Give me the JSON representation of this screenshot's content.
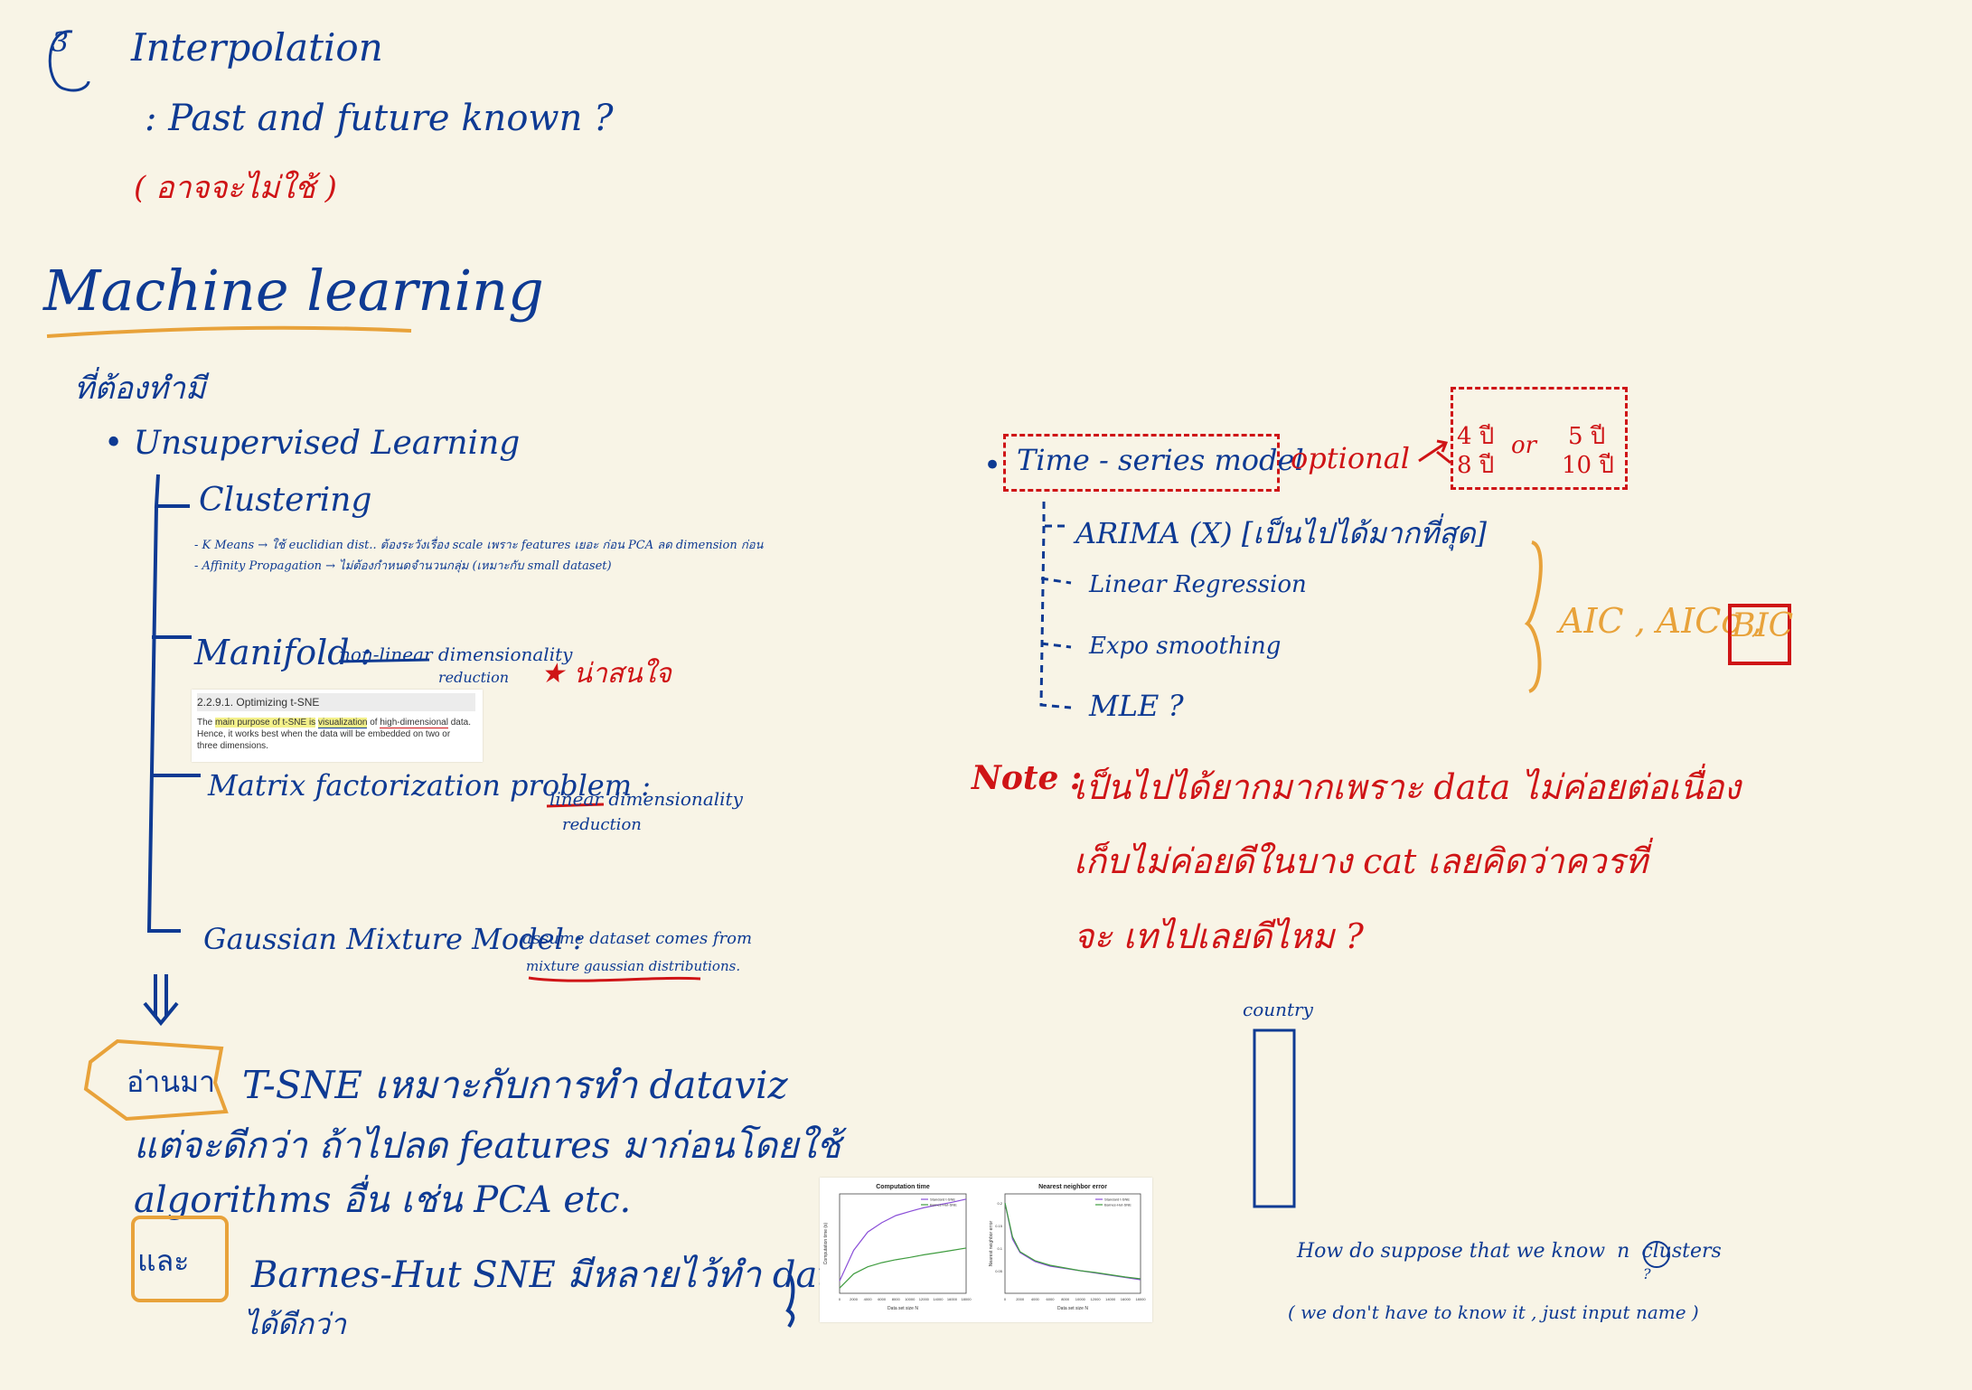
{
  "notes": {
    "interpolation": {
      "number": "3",
      "title": "Interpolation",
      "line1": ": Past and future known ?",
      "line2": "( อาจจะไม่ใช้ )"
    },
    "ml": {
      "title": "Machine learning",
      "subtitle": "ที่ต้องทำมี",
      "unsupervised": "• Unsupervised Learning",
      "clustering": "Clustering",
      "clustering_note1": "- K Means → ใช้ euclidian dist.. ต้องระวังเรื่อง scale เพราะ features เยอะ ก่อน PCA ลด dimension ก่อน",
      "clustering_note2": "- Affinity Propagation → ไม่ต้องกำหนดจำนวนกลุ่ม (เหมาะกับ small dataset)",
      "manifold": "Manifold :",
      "manifold_desc1": "non-linear dimensionality",
      "manifold_desc2": "reduction",
      "manifold_star": "★ น่าสนใจ",
      "matrix": "Matrix factorization problem :",
      "matrix_desc1": "linear dimensionality",
      "matrix_desc2": "reduction",
      "gaussian": "Gaussian Mixture Model :",
      "gaussian_desc1": "assume dataset comes from",
      "gaussian_desc2": "mixture gaussian distributions.",
      "arrow": "⇓",
      "read_label": "อ่านมา",
      "tsne_line1": "T-SNE เหมาะกับการทำ dataviz",
      "tsne_line2": "แต่จะดีกว่า ถ้าไปลด features มาก่อนโดยใช้",
      "tsne_line3": "algorithms อื่น เช่น PCA etc.",
      "and_label": "และ",
      "bh_line1": "Barnes-Hut SNE มีหลายไว้ทำ dataviz",
      "bh_line2": "ได้ดีกว่า"
    },
    "tsne_excerpt": {
      "heading": "2.2.9.1. Optimizing t-SNE",
      "text1": "The ",
      "hl1": "main purpose of t-SNE is",
      "text2": " ",
      "hl2": "visualization",
      "text3": " of ",
      "hl3": "high-dimensional",
      "text4": " data.",
      "text5": "Hence, it works best when the data will be embedded on two or",
      "text6": "three dimensions."
    },
    "timeseries": {
      "bullet": "•",
      "title": "Time - series model",
      "optional": "optional",
      "opt_a1": "4 ปี",
      "opt_a2": "8 ปี",
      "opt_or": "or",
      "opt_b1": "5 ปี",
      "opt_b2": "10 ปี",
      "arima": "ARIMA (X) [เป็นไปได้มากที่สุด]",
      "linear": "Linear Regression",
      "expo": "Expo smoothing",
      "mle": "MLE ?",
      "aic": "AIC , AICc ,",
      "bic": "BIC",
      "note_label": "Note :",
      "note1": "เป็นไปได้ยากมากเพราะ data ไม่ค่อยต่อเนื่อง",
      "note2": "เก็บไม่ค่อยดีในบาง cat เลยคิดว่าควรที่",
      "note3": "จะ เทไปเลยดีไหม ?"
    },
    "country": {
      "label": "country",
      "q1_pre": "How do suppose that we know",
      "q1_n": "n",
      "q1_post": "clusters",
      "q1_mark": "?",
      "q2": "( we don't have to know it , just input name )"
    }
  },
  "chart_data": [
    {
      "type": "line",
      "title": "Computation time",
      "xlabel": "Data set size N",
      "ylabel": "Computation time (s)",
      "log_y": true,
      "x": [
        0,
        2000,
        4000,
        6000,
        8000,
        10000,
        12000,
        14000,
        16000,
        18000
      ],
      "xticks": [
        "0",
        "2000",
        "4000",
        "6000",
        "8000",
        "10000",
        "12000",
        "14000",
        "16000",
        "18000"
      ],
      "series": [
        {
          "name": "Standard t-SNE",
          "color": "#8a4fd8",
          "values": [
            1,
            20,
            120,
            300,
            600,
            900,
            1300,
            1700,
            2200,
            3000
          ]
        },
        {
          "name": "Barnes-Hut-SNE",
          "color": "#3f9c3f",
          "values": [
            0.5,
            2,
            4,
            6,
            8,
            10,
            13,
            16,
            20,
            25
          ]
        }
      ],
      "legend": "top-right"
    },
    {
      "type": "line",
      "title": "Nearest neighbor error",
      "xlabel": "Data set size N",
      "ylabel": "Nearest neighbor error",
      "x": [
        0,
        1000,
        2000,
        4000,
        6000,
        8000,
        10000,
        12000,
        14000,
        16000,
        18000
      ],
      "xticks": [
        "0",
        "2000",
        "4000",
        "6000",
        "8000",
        "10000",
        "12000",
        "14000",
        "16000",
        "18000"
      ],
      "yticks": [
        "0.05",
        "0.1",
        "0.15",
        "0.2"
      ],
      "ylim": [
        0,
        0.22
      ],
      "series": [
        {
          "name": "Standard t-SNE",
          "color": "#8a4fd8",
          "values": [
            0.2,
            0.12,
            0.09,
            0.07,
            0.06,
            0.055,
            0.05,
            0.045,
            0.04,
            0.035,
            0.03
          ]
        },
        {
          "name": "Barnes-Hut-SNE",
          "color": "#3f9c3f",
          "values": [
            0.2,
            0.125,
            0.092,
            0.072,
            0.062,
            0.056,
            0.05,
            0.046,
            0.041,
            0.036,
            0.032
          ]
        }
      ],
      "legend": "top-right"
    }
  ],
  "colors": {
    "ink_blue": "#0e3a93",
    "ink_red": "#cf1416",
    "ink_orange": "#e8a23a",
    "paper": "#f8f4e6",
    "highlight": "#f3f08a"
  }
}
